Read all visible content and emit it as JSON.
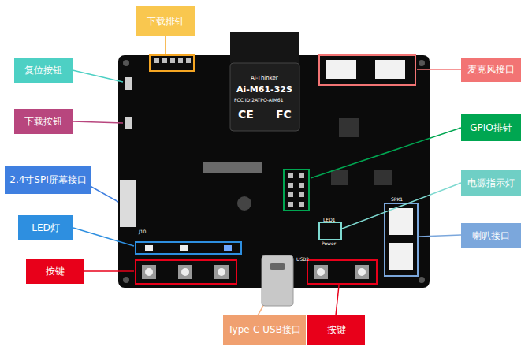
{
  "diagram": {
    "nodes": [
      {
        "text": [
          "下载排针"
        ]
      },
      {
        "text": [
          "复位按钮"
        ]
      },
      {
        "text": [
          "麦克风接口"
        ]
      },
      {
        "text": [
          "下载按钮"
        ]
      },
      {
        "text": [
          "GPIO排针"
        ]
      },
      {
        "text": [
          "2.4寸SPI屏幕接口"
        ]
      },
      {
        "text": [
          "电源指示灯"
        ]
      },
      {
        "text": [
          "LED灯"
        ]
      },
      {
        "text": [
          "喇叭接口"
        ]
      },
      {
        "text": [
          "按键"
        ]
      },
      {
        "text": [
          "Type-C USB接口"
        ]
      },
      {
        "text": [
          "按键"
        ]
      }
    ],
    "labels": [
      "Ai-Thinker",
      "Ai-M61-32S",
      "FCC ID:2ATPO-AIM61",
      "CE",
      "FC",
      "J10",
      "LED1",
      "Power",
      "USB2",
      "SPK1"
    ]
  }
}
